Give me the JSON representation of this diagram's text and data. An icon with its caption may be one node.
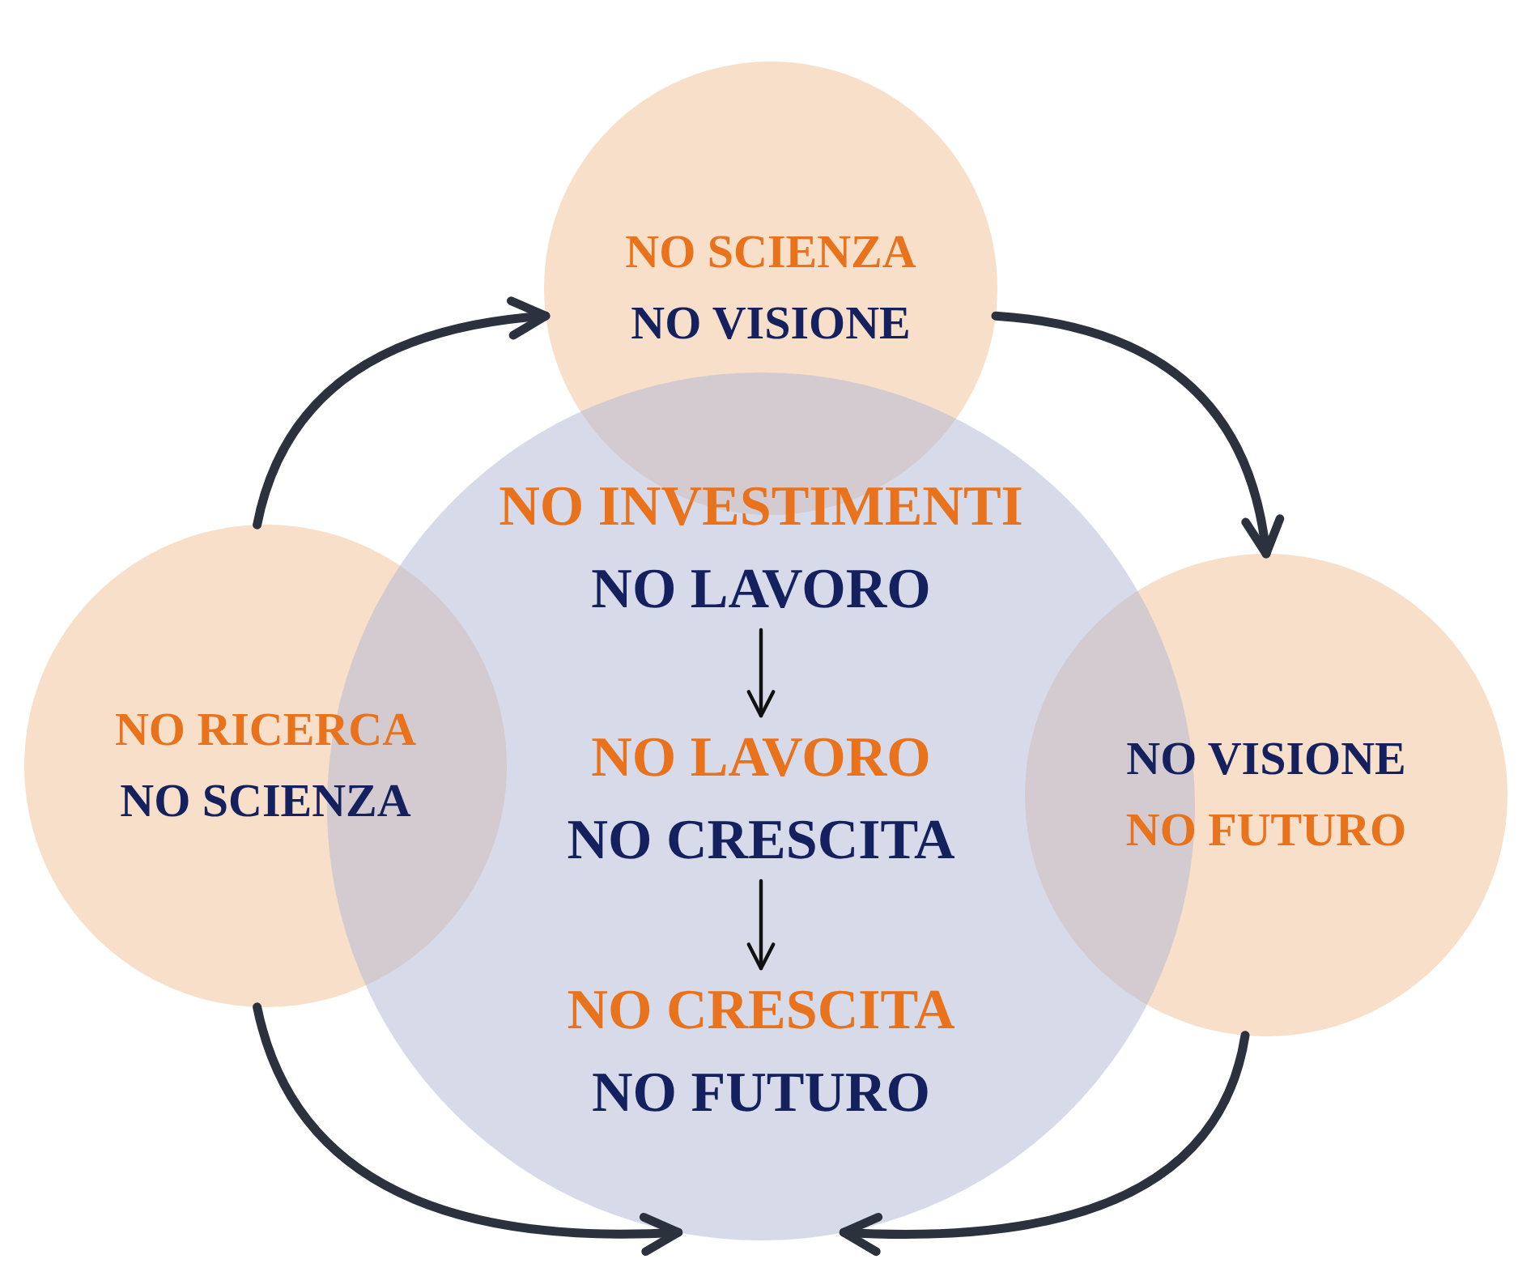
{
  "diagram": {
    "nodes": [
      {
        "text": [
          "NO SCIENZA",
          "NO VISIONE"
        ]
      },
      {
        "text": [
          "NO RICERCA",
          "NO SCIENZA"
        ]
      },
      {
        "text": [
          "NO VISIONE",
          "NO FUTURO"
        ]
      },
      {
        "text": [],
        "shape": "circle"
      },
      {
        "text": [
          "NO INVESTIMENTI",
          "NO LAVORO"
        ],
        "in": 3
      },
      {
        "text": [
          "NO LAVORO",
          "NO CRESCITA"
        ],
        "in": 3
      },
      {
        "text": [
          "NO CRESCITA",
          "NO FUTURO"
        ],
        "in": 3
      }
    ],
    "edges": [
      {
        "from": 1,
        "to": 0,
        "arrow": "to"
      },
      {
        "from": 0,
        "to": 2,
        "arrow": "to"
      },
      {
        "from": 2,
        "to": 3,
        "arrow": "to"
      },
      {
        "from": 1,
        "to": 3,
        "arrow": "to"
      },
      {
        "from": 4,
        "to": 5,
        "arrow": "to"
      },
      {
        "from": 5,
        "to": 6,
        "arrow": "to"
      }
    ]
  }
}
